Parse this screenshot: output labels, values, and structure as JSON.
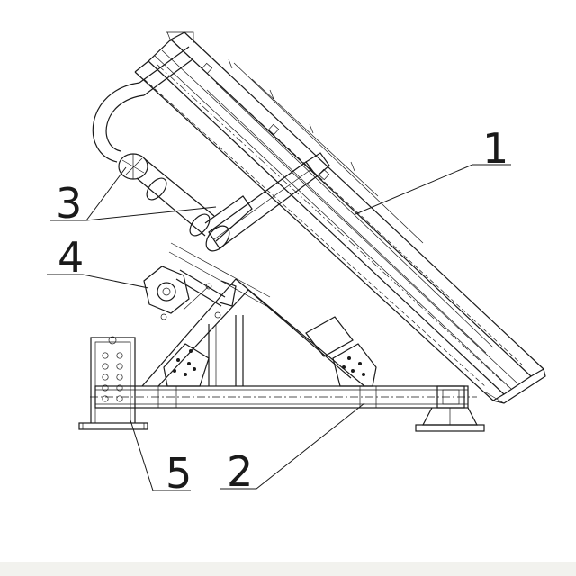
{
  "callouts": [
    {
      "id": "c1",
      "text": "1"
    },
    {
      "id": "c2",
      "text": "2"
    },
    {
      "id": "c3",
      "text": "3"
    },
    {
      "id": "c4",
      "text": "4"
    },
    {
      "id": "c5",
      "text": "5"
    }
  ],
  "colors": {
    "line": "#1a1a1a",
    "background": "#ffffff",
    "footer_band": "#f2f2ee"
  }
}
